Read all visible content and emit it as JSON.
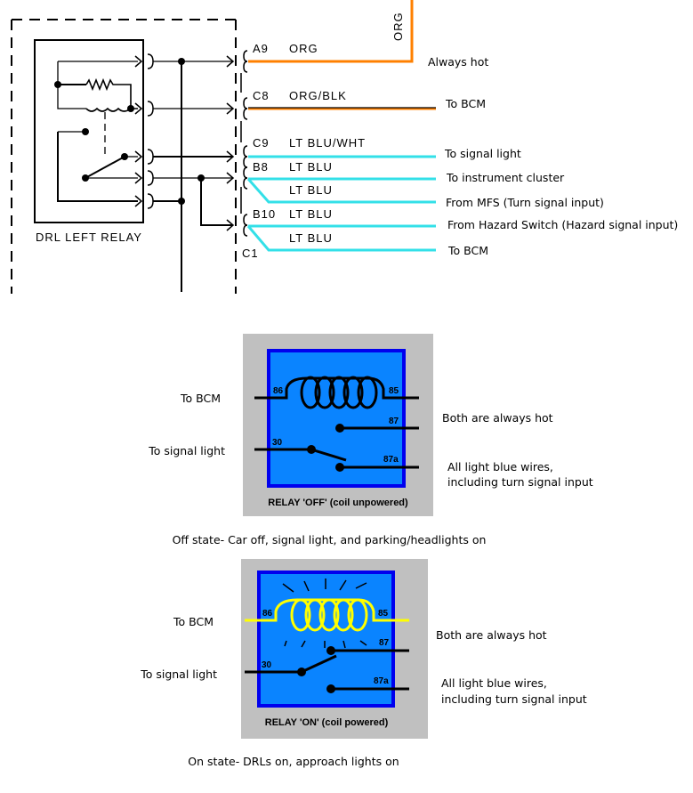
{
  "schematic": {
    "relay_label": "DRL LEFT RELAY",
    "vertical_wire_label": "ORG",
    "circuits": [
      {
        "pin": "A9",
        "wire": "ORG",
        "color": "#ff8000",
        "description": "Always hot"
      },
      {
        "pin": "C8",
        "wire": "ORG/BLK",
        "color": "#ff8000",
        "stripe": "#000000",
        "description": "To BCM"
      },
      {
        "pin": "C9",
        "wire": "LT BLU/WHT",
        "color": "#33e0e8",
        "description": "To signal light"
      },
      {
        "pin": "B8",
        "wire": "LT BLU",
        "color": "#33e0e8",
        "description": "To instrument cluster"
      },
      {
        "pin": "",
        "wire": "LT BLU",
        "color": "#33e0e8",
        "description": "From MFS (Turn signal input)"
      },
      {
        "pin": "B10",
        "wire": "LT BLU",
        "color": "#33e0e8",
        "description": "From Hazard Switch (Hazard signal input)"
      },
      {
        "pin": "",
        "wire": "LT BLU",
        "color": "#33e0e8",
        "description": "To BCM"
      }
    ],
    "connector_label": "C1"
  },
  "relay_off": {
    "caption": "RELAY 'OFF' (coil unpowered)",
    "pins": {
      "p86": "86",
      "p85": "85",
      "p87": "87",
      "p30": "30",
      "p87a": "87a"
    },
    "left_labels": [
      "To BCM",
      "To signal light"
    ],
    "right_labels": [
      "Both are always hot",
      "All light blue wires,",
      "including turn signal input"
    ],
    "state_text": "Off state- Car off, signal light, and parking/headlights on",
    "coil_color": "#000000"
  },
  "relay_on": {
    "caption": "RELAY 'ON' (coil powered)",
    "pins": {
      "p86": "86",
      "p85": "85",
      "p87": "87",
      "p30": "30",
      "p87a": "87a"
    },
    "left_labels": [
      "To BCM",
      "To signal light"
    ],
    "right_labels": [
      "Both are always hot",
      "All light blue wires,",
      "including turn signal input"
    ],
    "state_text": "On state- DRLs on, approach lights on",
    "coil_color": "#ffff00"
  },
  "colors": {
    "relay_panel_bg": "#c0c0c0",
    "relay_body": "#0a84ff",
    "relay_border": "#0000ee",
    "orange_wire": "#ff8000",
    "light_blue_wire": "#33e0e8"
  }
}
